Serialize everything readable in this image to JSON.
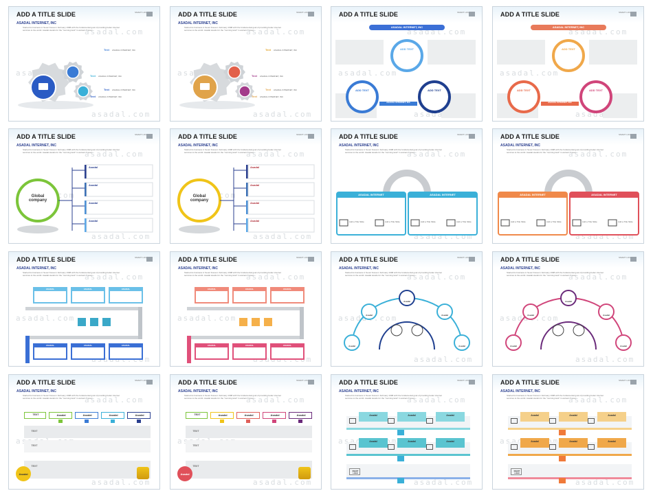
{
  "slides": [
    {
      "title": "ADD A TITLE SLIDE",
      "subtitle": "ASADAL INTERNET, INC",
      "variant": "gears-blue",
      "accent": "#2a5bc4",
      "items": [
        "Text",
        "Text",
        "Text",
        "Text"
      ],
      "item_sub": "ASADAL INTERNET, INC"
    },
    {
      "title": "ADD A TITLE SLIDE",
      "subtitle": "ASADAL INTERNET, INC",
      "variant": "gears-warm",
      "accent": "#e0a34a",
      "items": [
        "Text",
        "Text",
        "Text",
        "Text"
      ],
      "item_sub": "ASADAL INTERNET, INC"
    },
    {
      "title": "ADD A TITLE SLIDE",
      "subtitle": "",
      "variant": "cycle-blue",
      "accent": "#3b6fd6",
      "banner": "ASADAL INTERNET, INC",
      "circle": "ADD TEXT",
      "bottom": "ASADAL INTERNET, INC"
    },
    {
      "title": "ADD A TITLE SLIDE",
      "subtitle": "",
      "variant": "cycle-warm",
      "accent": "#e87a5a",
      "banner": "ASADAL INTERNET, INC",
      "circle": "ADD TEXT",
      "bottom": "ASADAL INTERNET, INC"
    },
    {
      "title": "ADD A TITLE SLIDE",
      "subtitle": "ASADAL INTERNET, INC",
      "variant": "global-green",
      "accent": "#7cc53a",
      "center": "Global company",
      "branch": "Asadal"
    },
    {
      "title": "ADD A TITLE SLIDE",
      "subtitle": "ASADAL INTERNET, INC",
      "variant": "global-yellow",
      "accent": "#f0c419",
      "center": "Global company",
      "branch": "Asadal"
    },
    {
      "title": "ADD A TITLE SLIDE",
      "subtitle": "ASADAL INTERNET, INC",
      "variant": "arch-teal",
      "accent": "#3ab0d8",
      "panel": "ASADAL INTERNET",
      "icons": [
        "Add a Title Slide",
        "Add a Title Slide",
        "Add a Title Slide",
        "Add a Title Slide"
      ]
    },
    {
      "title": "ADD A TITLE SLIDE",
      "subtitle": "ASADAL INTERNET, INC",
      "variant": "arch-warm",
      "accent": "#f0894a",
      "panel": "ASADAL INTERNET",
      "icons": [
        "Add a Title Slide",
        "Add a Title Slide",
        "Add a Title Slide",
        "Add a Title Slide"
      ]
    },
    {
      "title": "ADD A TITLE SLIDE",
      "subtitle": "ASADAL INTERNET, INC",
      "variant": "shelf-blue",
      "accent": "#3a7bd5",
      "tag": "ASADAL"
    },
    {
      "title": "ADD A TITLE SLIDE",
      "subtitle": "ASADAL INTERNET, INC",
      "variant": "shelf-red",
      "accent": "#e0607a",
      "tag": "ASADAL"
    },
    {
      "title": "ADD A TITLE SLIDE",
      "subtitle": "ASADAL INTERNET, INC",
      "variant": "arc-teal",
      "accent": "#3aa8c8",
      "node": "Asadal"
    },
    {
      "title": "ADD A TITLE SLIDE",
      "subtitle": "ASADAL INTERNET, INC",
      "variant": "arc-purple",
      "accent": "#9a3a8a",
      "node": "Asadal"
    },
    {
      "title": "ADD A TITLE SLIDE",
      "subtitle": "ASADAL INTERNET, INC",
      "variant": "table-multi",
      "accent": "#3a7bd5",
      "col_head": "Asadal",
      "row_head": "TEXT",
      "badge": "Asadal"
    },
    {
      "title": "ADD A TITLE SLIDE",
      "subtitle": "ASADAL INTERNET, INC",
      "variant": "table-warm",
      "accent": "#e0a020",
      "col_head": "Asadal",
      "row_head": "TEXT",
      "badge": "Asadal"
    },
    {
      "title": "ADD A TITLE SLIDE",
      "subtitle": "ASADAL INTERNET, INC",
      "variant": "steps-teal",
      "accent": "#5ac4d0",
      "step": "Asadal",
      "logo": "SMART LOGO"
    },
    {
      "title": "ADD A TITLE SLIDE",
      "subtitle": "ASADAL INTERNET, INC",
      "variant": "steps-warm",
      "accent": "#f0a84a",
      "step": "Asadal",
      "logo": "SMART LOGO"
    }
  ],
  "common": {
    "desc": "Started its business in Seoul Korea in February 1998 with the fundamental goal of providing better internet services to the world. Asadal stands for the \"morning land\" in ancient Korean.",
    "watermark": "asadal.com",
    "logo_text": "SMART LOGO"
  }
}
